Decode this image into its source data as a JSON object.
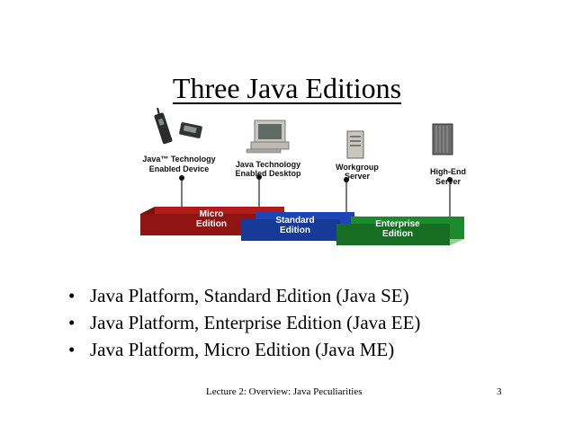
{
  "slide": {
    "title": "Three Java Editions",
    "footer_text": "Lecture 2: Overview: Java Peculiarities",
    "page_number": "3"
  },
  "figure": {
    "devices": [
      {
        "line1": "Java™ Technology",
        "line2": "Enabled Device"
      },
      {
        "line1": "Java Technology",
        "line2": "Enabled Desktop"
      },
      {
        "line1": "Workgroup",
        "line2": "Server"
      },
      {
        "line1": "High-End",
        "line2": "Server"
      }
    ],
    "editions": [
      {
        "line1": "Micro",
        "line2": "Edition",
        "color": "#b31b1b"
      },
      {
        "line1": "Standard",
        "line2": "Edition",
        "color": "#1f45b5"
      },
      {
        "line1": "Enterprise",
        "line2": "Edition",
        "color": "#1e8a2e"
      }
    ]
  },
  "bullets": [
    "Java Platform, Standard Edition (Java SE)",
    "Java Platform, Enterprise Edition (Java EE)",
    "Java Platform, Micro Edition (Java ME)"
  ],
  "bullet_symbol": "•"
}
